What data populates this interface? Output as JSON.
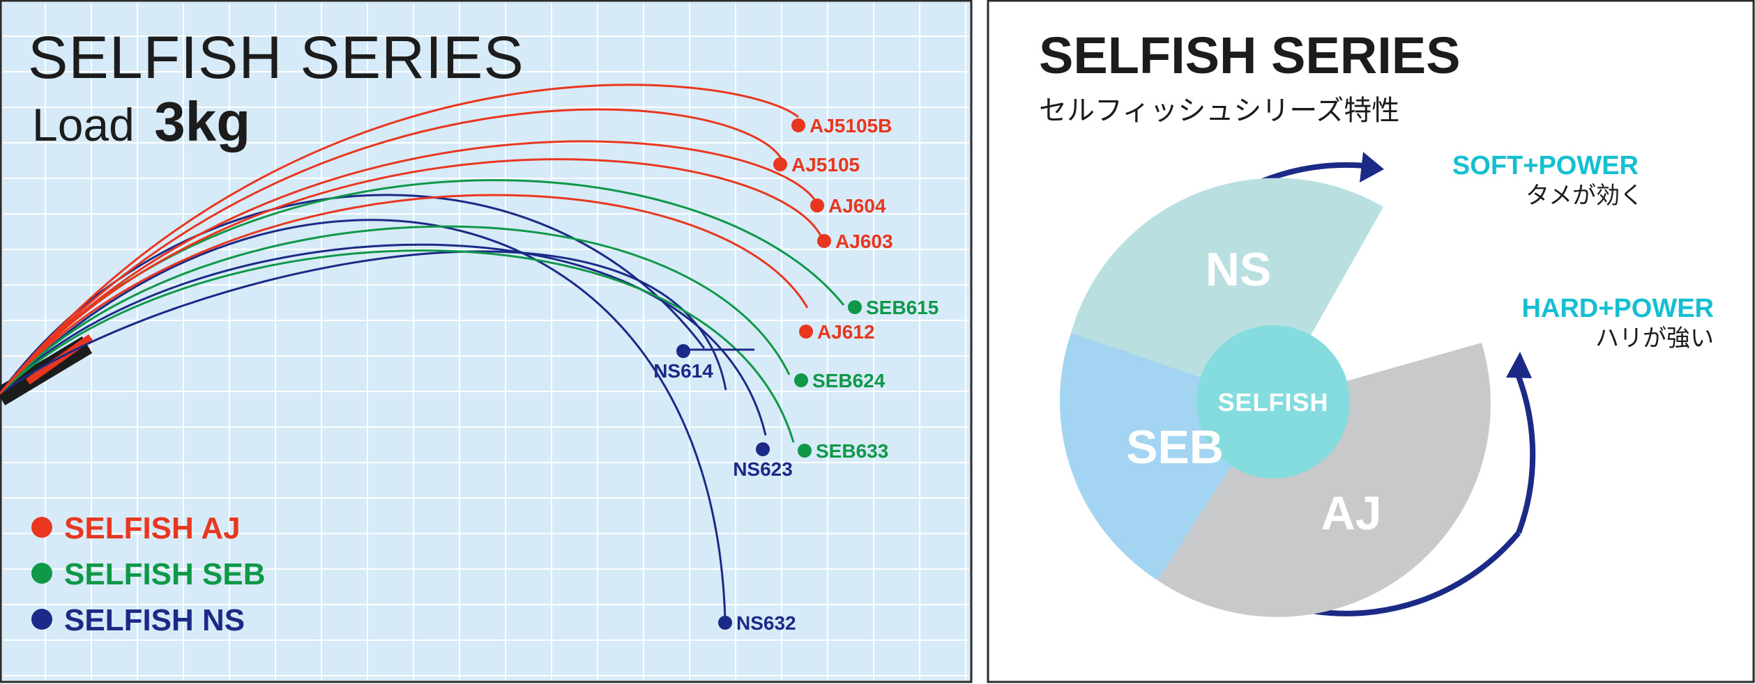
{
  "left_panel": {
    "title": "SELFISH SERIES",
    "load_prefix": "Load",
    "load_value": "3kg",
    "legend": [
      {
        "label": "SELFISH AJ",
        "color": "#e8371e"
      },
      {
        "label": "SELFISH SEB",
        "color": "#0e9848"
      },
      {
        "label": "SELFISH NS",
        "color": "#1b2a86"
      }
    ],
    "rods": [
      {
        "name": "AJ5105B",
        "series": "AJ",
        "color": "#e8371e"
      },
      {
        "name": "AJ5105",
        "series": "AJ",
        "color": "#e8371e"
      },
      {
        "name": "AJ604",
        "series": "AJ",
        "color": "#e8371e"
      },
      {
        "name": "AJ603",
        "series": "AJ",
        "color": "#e8371e"
      },
      {
        "name": "SEB615",
        "series": "SEB",
        "color": "#0e9848"
      },
      {
        "name": "AJ612",
        "series": "AJ",
        "color": "#e8371e"
      },
      {
        "name": "NS614",
        "series": "NS",
        "color": "#1b2a86"
      },
      {
        "name": "SEB624",
        "series": "SEB",
        "color": "#0e9848"
      },
      {
        "name": "NS623",
        "series": "NS",
        "color": "#1b2a86"
      },
      {
        "name": "SEB633",
        "series": "SEB",
        "color": "#0e9848"
      },
      {
        "name": "NS632",
        "series": "NS",
        "color": "#1b2a86"
      }
    ]
  },
  "right_panel": {
    "title": "SELFISH SERIES",
    "subtitle": "セルフィッシュシリーズ特性",
    "soft_label": "SOFT+POWER",
    "soft_sub": "タメが効く",
    "hard_label": "HARD+POWER",
    "hard_sub": "ハリが強い",
    "segments": [
      {
        "label": "NS",
        "color": "#b9dfe0"
      },
      {
        "label": "SEB",
        "color": "#a3d4f2"
      },
      {
        "label": "AJ",
        "color": "#c8c9ca"
      }
    ],
    "center_label": "SELFISH",
    "center_color": "#85dcde",
    "accent_color": "#15bfd0",
    "arrow_color": "#1b2a86"
  }
}
